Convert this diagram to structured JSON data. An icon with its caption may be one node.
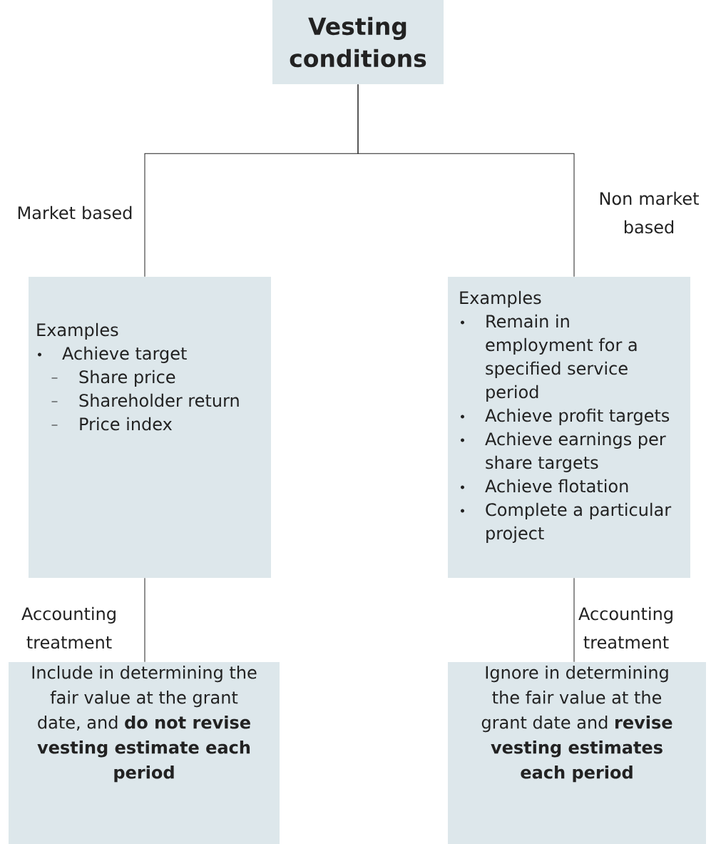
{
  "diagram": {
    "nodes": [
      {
        "text": [
          "Vesting conditions"
        ]
      },
      {
        "text": [
          "Examples",
          "Achieve target",
          "Share price",
          "Shareholder return",
          "Price index"
        ]
      },
      {
        "text": [
          "Examples",
          "Remain in employment for a specified service period",
          "Achieve profit targets",
          "Achieve earnings per share targets",
          "Achieve flotation",
          "Complete a particular project"
        ]
      },
      {
        "text": [
          "Include in determining the fair value at the grant date, and **do not revise vesting estimate each period**"
        ]
      },
      {
        "text": [
          "Ignore in determining the fair value at the grant date and **revise vesting estimates each period**"
        ]
      }
    ],
    "edges": [
      {
        "from": 0,
        "to": 1,
        "arrow": "none",
        "label": "Market based"
      },
      {
        "from": 0,
        "to": 2,
        "arrow": "none",
        "label": "Non market based"
      },
      {
        "from": 1,
        "to": 3,
        "arrow": "none",
        "label": "Accounting treatment"
      },
      {
        "from": 2,
        "to": 4,
        "arrow": "none",
        "label": "Accounting treatment"
      }
    ]
  }
}
